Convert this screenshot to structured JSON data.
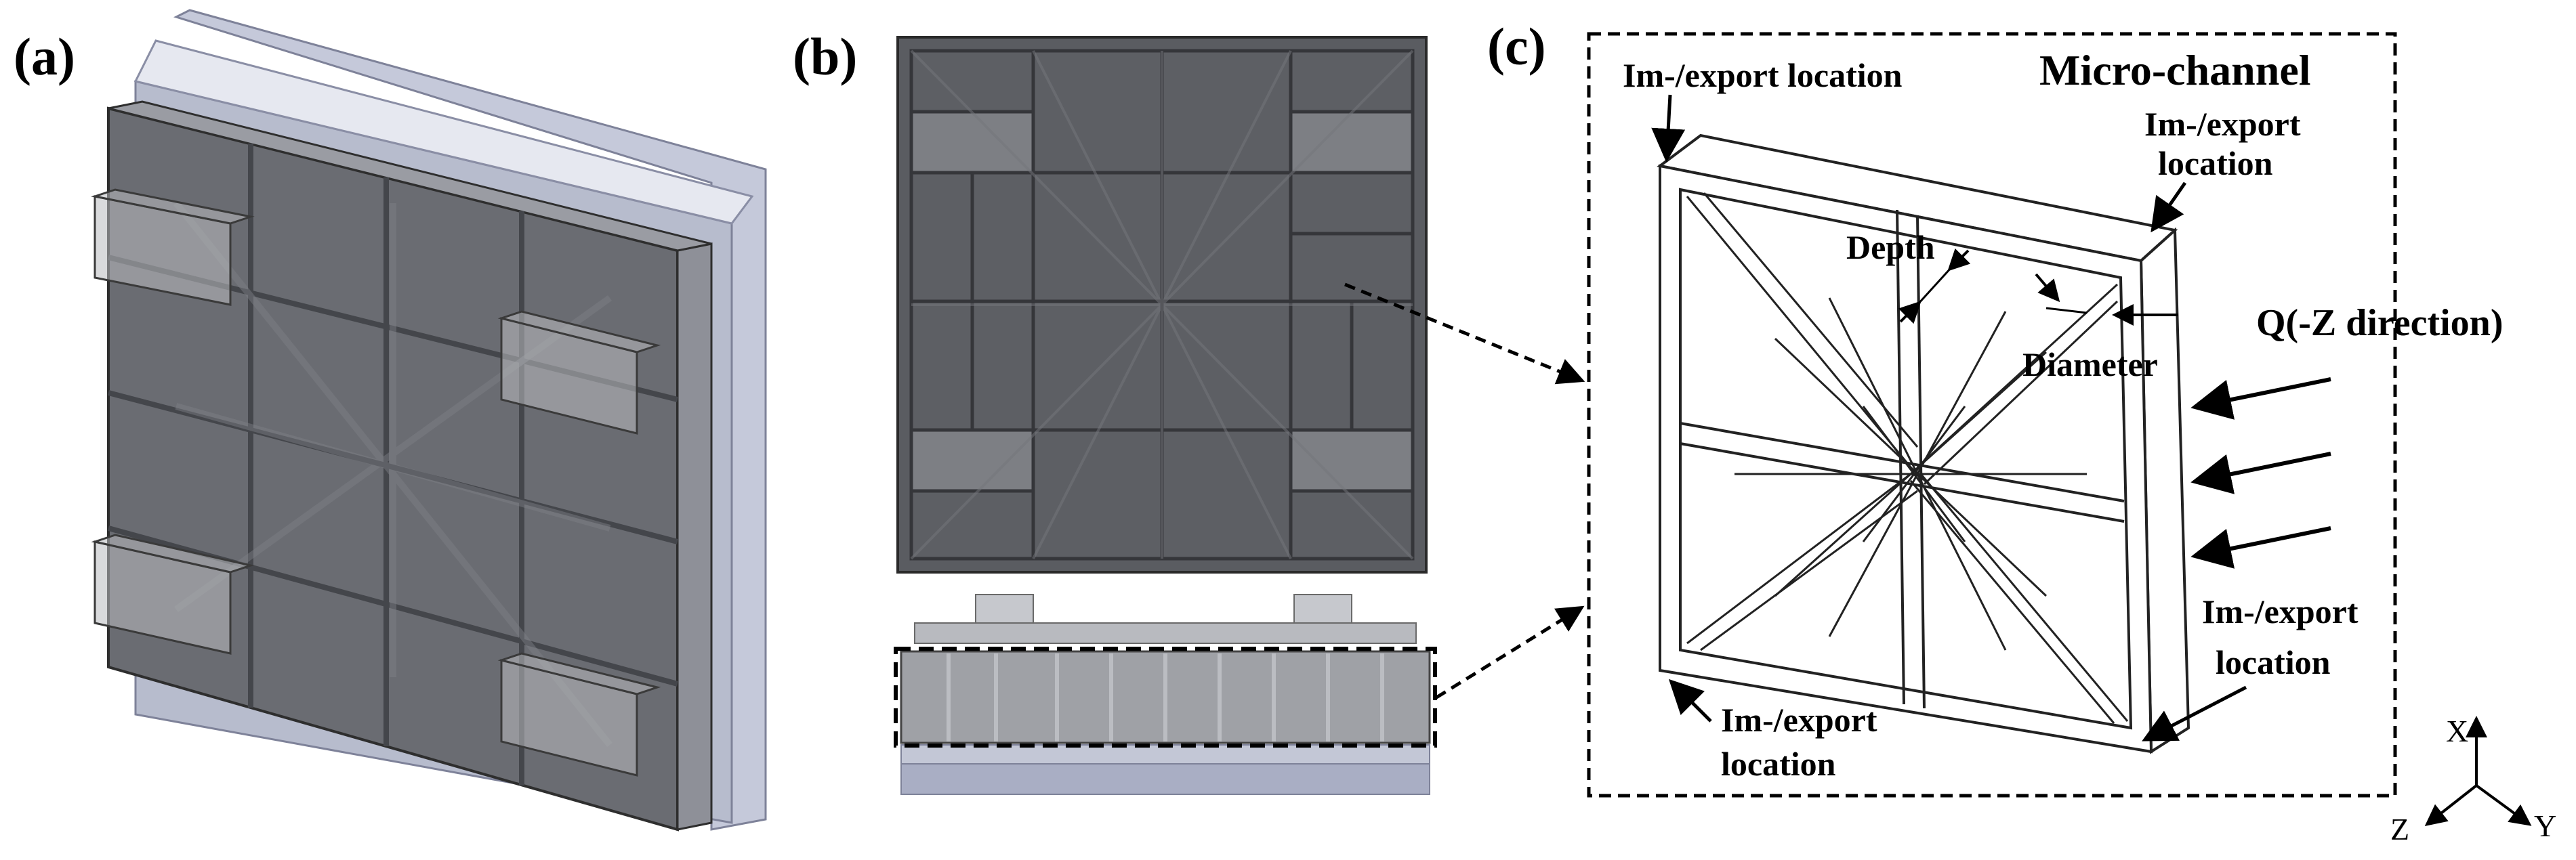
{
  "panels": {
    "a": {
      "label": "(a)"
    },
    "b": {
      "label": "(b)"
    },
    "c": {
      "label": "(c)",
      "title": "Micro-channel",
      "annotations": {
        "top_left": "Im-/export location",
        "top_right_line1": "Im-/export",
        "top_right_line2": "location",
        "depth": "Depth",
        "diameter": "Diameter",
        "flow": "Q(-Z direction)",
        "bottom_right_line1": "Im-/export",
        "bottom_right_line2": "location",
        "bottom_left_line1": "Im-/export",
        "bottom_left_line2": "location"
      }
    }
  },
  "axes": {
    "x": "X",
    "y": "Y",
    "z": "Z"
  },
  "colors": {
    "plate_dark": "#55575c",
    "plate_light": "#8a8c91",
    "backing_blue": "#a9aec4",
    "frame_white": "#ffffff",
    "outline": "#2a2a2a"
  }
}
